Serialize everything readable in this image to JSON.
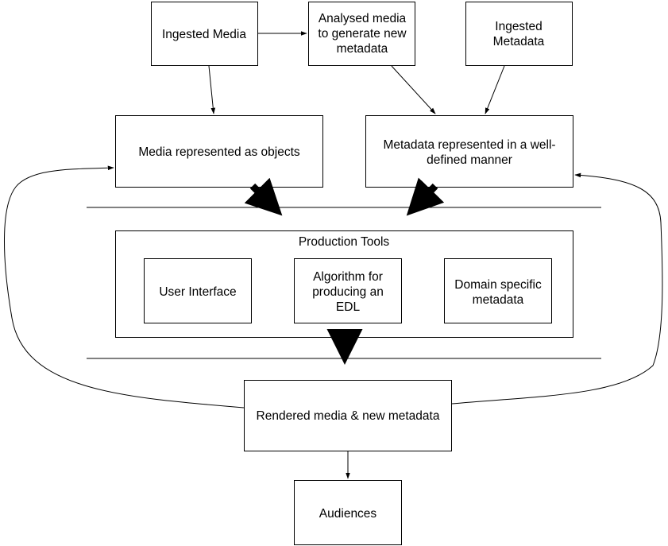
{
  "nodes": {
    "ingested_media": "Ingested Media",
    "analysed_media": [
      "Analysed media",
      "to generate new",
      "metadata"
    ],
    "ingested_metadata": [
      "Ingested",
      "Metadata"
    ],
    "media_objects": "Media represented as objects",
    "metadata_defined": [
      "Metadata represented in a well-",
      "defined manner"
    ],
    "production_tools": "Production Tools",
    "user_interface": "User Interface",
    "algorithm_edl": [
      "Algorithm for",
      "producing an",
      "EDL"
    ],
    "domain_metadata": [
      "Domain specific",
      "metadata"
    ],
    "rendered_media": "Rendered media & new metadata",
    "audiences": "Audiences"
  }
}
